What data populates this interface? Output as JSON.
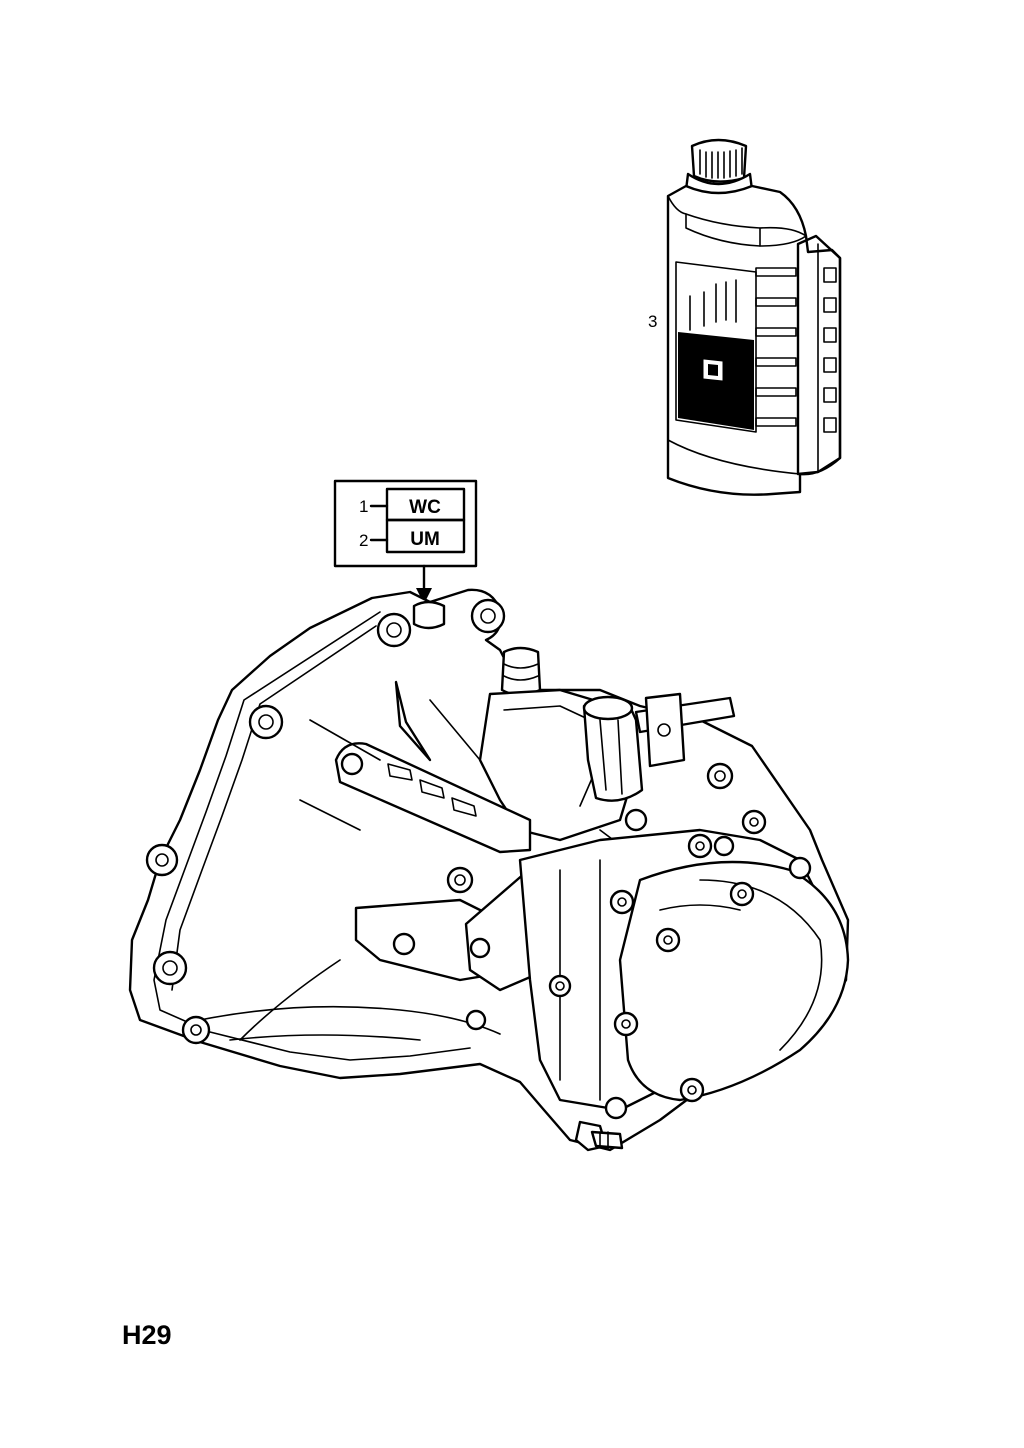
{
  "callouts": [
    {
      "number": "1",
      "code": "WC"
    },
    {
      "number": "2",
      "code": "UM"
    },
    {
      "number": "3"
    }
  ],
  "page_code": "H29",
  "icons": {
    "transmission": "manual-transmission-assembly-icon",
    "oil_bottle": "gear-oil-bottle-icon"
  }
}
